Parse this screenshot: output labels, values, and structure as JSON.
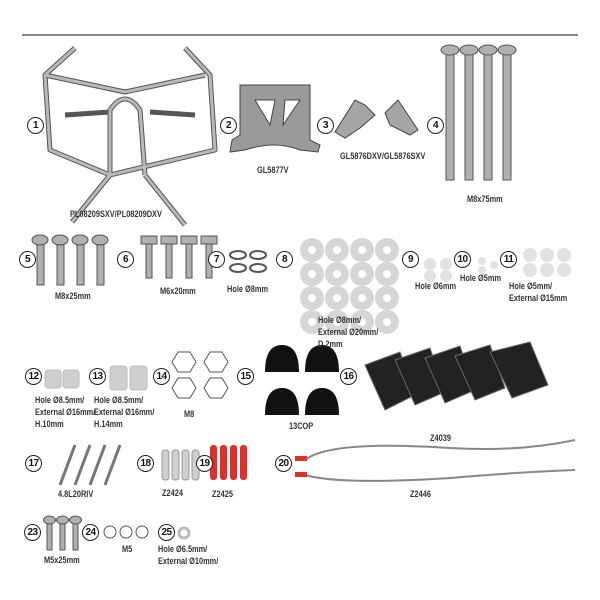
{
  "parts": [
    {
      "number": "1",
      "label": "PL08209SXV/PL08209DXV"
    },
    {
      "number": "2",
      "label": "GL5877V"
    },
    {
      "number": "3",
      "label": "GL5876DXV/GL5876SXV"
    },
    {
      "number": "4",
      "label": "M8x75mm"
    },
    {
      "number": "5",
      "label": "M8x25mm"
    },
    {
      "number": "6",
      "label": "M6x20mm"
    },
    {
      "number": "7",
      "label": "Hole Ø8mm"
    },
    {
      "number": "8",
      "label": "Hole Ø8mm/\nExternal Ø20mm/\nD.2mm"
    },
    {
      "number": "9",
      "label": "Hole Ø6mm"
    },
    {
      "number": "10",
      "label": "Hole Ø5mm"
    },
    {
      "number": "11",
      "label": "Hole Ø5mm/\nExternal Ø15mm"
    },
    {
      "number": "12",
      "label": "Hole Ø8.5mm/\nExternal Ø16mm/\nH.10mm"
    },
    {
      "number": "13",
      "label": "Hole Ø8.5mm/\nExternal Ø16mm/\nH.14mm"
    },
    {
      "number": "14",
      "label": "M8"
    },
    {
      "number": "15",
      "label": ""
    },
    {
      "number": "16",
      "label": "Z4039"
    },
    {
      "number": "17",
      "label": "4.8L20RIV"
    },
    {
      "number": "18",
      "label": "Z2424"
    },
    {
      "number": "19",
      "label": "Z2425"
    },
    {
      "number": "20",
      "label": "Z2446"
    },
    {
      "number": "23",
      "label": "M5x25mm"
    },
    {
      "number": "24",
      "label": "M5"
    },
    {
      "number": "25",
      "label": "Hole Ø6.5mm/\nExternal Ø10mm/"
    }
  ],
  "extra_labels": {
    "caps": "13COP"
  },
  "colors": {
    "metal": "#9a9a9a",
    "washer": "#d6d6d6",
    "cap": "#111111",
    "connector": "#e0302a",
    "outline": "#444444"
  }
}
